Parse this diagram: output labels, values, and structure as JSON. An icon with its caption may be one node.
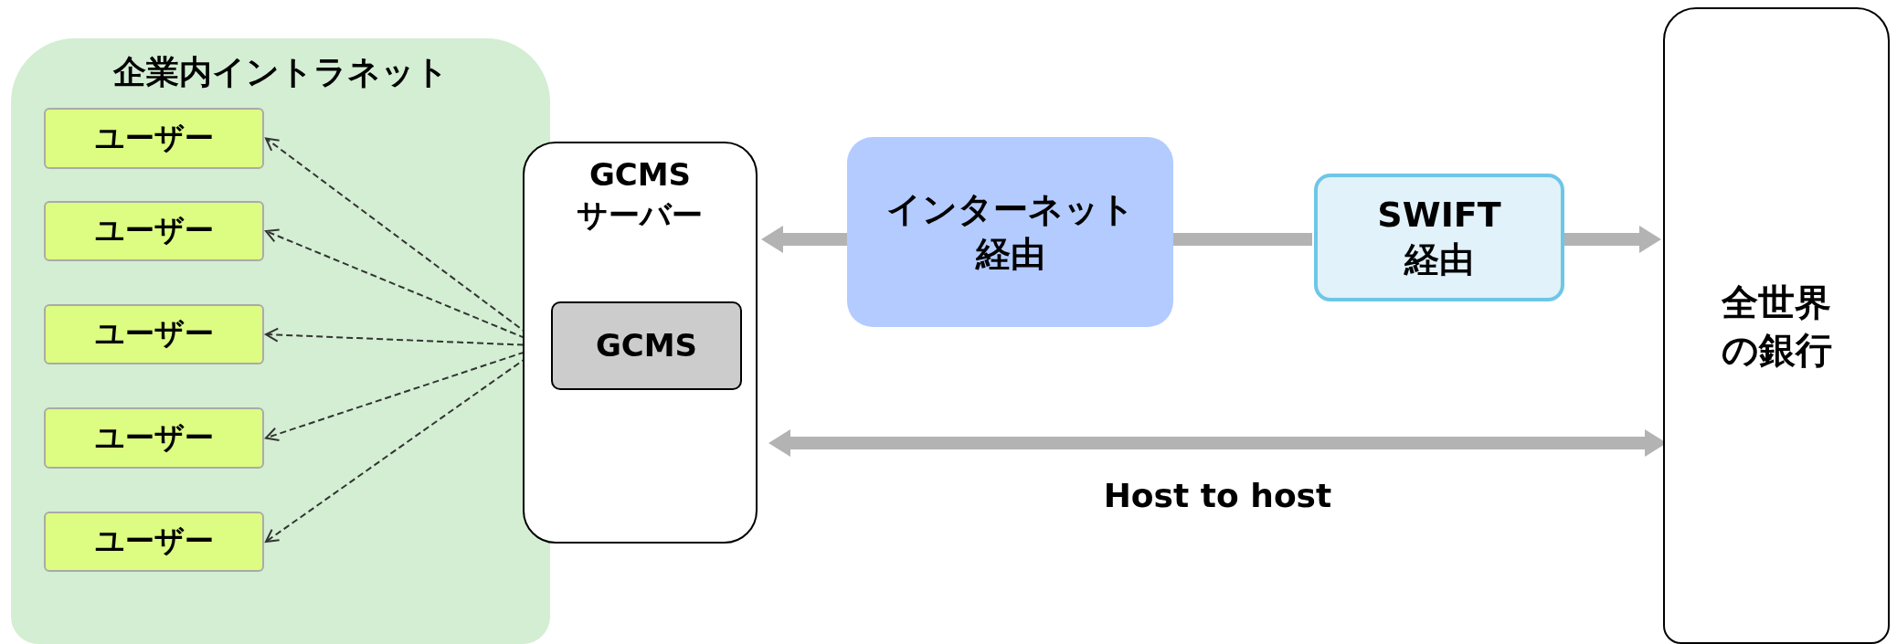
{
  "diagram": {
    "nodes": [
      {
        "text": [
          "企業内イントラネット"
        ]
      },
      {
        "text": [
          "ユーザー"
        ],
        "in": 0
      },
      {
        "text": [
          "ユーザー"
        ],
        "in": 0
      },
      {
        "text": [
          "ユーザー"
        ],
        "in": 0
      },
      {
        "text": [
          "ユーザー"
        ],
        "in": 0
      },
      {
        "text": [
          "ユーザー"
        ],
        "in": 0
      },
      {
        "text": [
          "GCMS サーバー"
        ]
      },
      {
        "text": [
          "GCMS"
        ],
        "in": 6
      },
      {
        "text": [
          "インターネット経由"
        ]
      },
      {
        "text": [
          "SWIFT 経由"
        ]
      },
      {
        "text": [
          "全世界の銀行"
        ]
      }
    ],
    "edges": [
      {
        "from": 7,
        "to": 1,
        "arrow": "both",
        "style": "dashed"
      },
      {
        "from": 7,
        "to": 2,
        "arrow": "both",
        "style": "dashed"
      },
      {
        "from": 7,
        "to": 3,
        "arrow": "both",
        "style": "dashed"
      },
      {
        "from": 7,
        "to": 4,
        "arrow": "both",
        "style": "dashed"
      },
      {
        "from": 7,
        "to": 5,
        "arrow": "both",
        "style": "dashed"
      },
      {
        "from": 8,
        "to": 6,
        "arrow": "to",
        "style": "thick",
        "color": "#b3b3b3"
      },
      {
        "from": 8,
        "to": 9,
        "arrow": "none",
        "style": "thick",
        "color": "#b3b3b3"
      },
      {
        "from": 9,
        "to": 10,
        "arrow": "to",
        "style": "thick",
        "color": "#b3b3b3"
      },
      {
        "from": 6,
        "to": 10,
        "arrow": "both",
        "style": "thick",
        "color": "#b3b3b3",
        "label": "Host to host"
      }
    ]
  }
}
